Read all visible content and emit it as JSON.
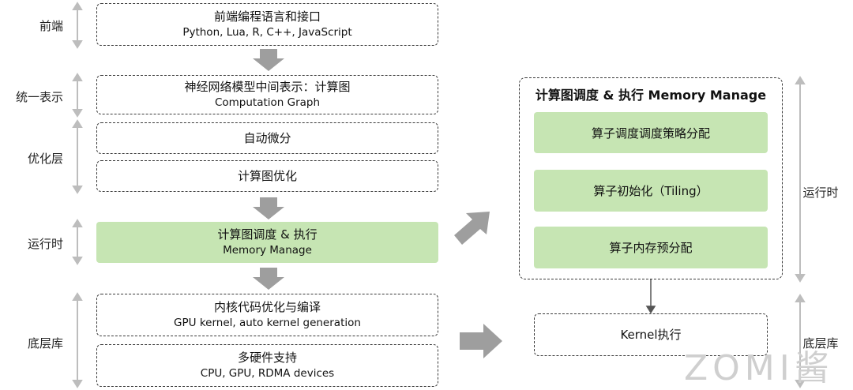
{
  "layers": {
    "frontend": "前端",
    "unified_repr": "统一表示",
    "optimization": "优化层",
    "runtime_left": "运行时",
    "lowlevel_left": "底层库",
    "runtime_right": "运行时",
    "lowlevel_right": "底层库"
  },
  "left_boxes": {
    "frontend": {
      "title": "前端编程语言和接口",
      "subtitle": "Python, Lua, R, C++, JavaScript"
    },
    "graph": {
      "title": "神经网络模型中间表示：计算图",
      "subtitle": "Computation Graph"
    },
    "autodiff": {
      "title": "自动微分"
    },
    "graph_opt": {
      "title": "计算图优化"
    },
    "scheduling": {
      "title": "计算图调度 & 执行",
      "subtitle": "Memory Manage"
    },
    "kernel_opt": {
      "title": "内核代码优化与编译",
      "subtitle": "GPU kernel, auto kernel generation"
    },
    "hardware": {
      "title": "多硬件支持",
      "subtitle": "CPU, GPU, RDMA devices"
    }
  },
  "right_panel": {
    "title": "计算图调度 & 执行 Memory Manage",
    "steps": [
      "算子调度调度策略分配",
      "算子初始化（Tiling）",
      "算子内存预分配"
    ],
    "kernel": "Kernel执行"
  },
  "watermark": "ZOMI酱",
  "colors": {
    "green_fill": "#c6e5b3",
    "arrow_gray": "#9e9e9e",
    "bracket_gray": "#bdbdbd"
  }
}
